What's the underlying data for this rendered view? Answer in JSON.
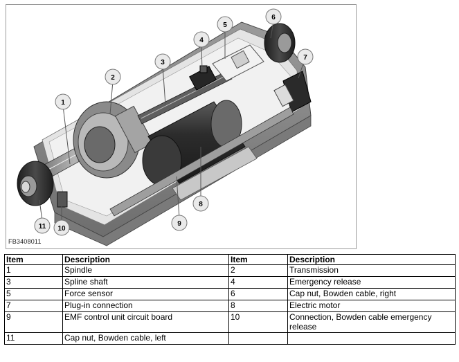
{
  "figure": {
    "code": "FB3408011",
    "callouts": [
      "1",
      "2",
      "3",
      "4",
      "5",
      "6",
      "7",
      "8",
      "9",
      "10",
      "11"
    ]
  },
  "table": {
    "headers": [
      "Item",
      "Description",
      "Item",
      "Description"
    ],
    "rows": [
      [
        "1",
        "Spindle",
        "2",
        "Transmission"
      ],
      [
        "3",
        "Spline shaft",
        "4",
        "Emergency release"
      ],
      [
        "5",
        "Force sensor",
        "6",
        "Cap nut, Bowden cable, right"
      ],
      [
        "7",
        "Plug-in connection",
        "8",
        "Electric motor"
      ],
      [
        "9",
        "EMF control unit circuit board",
        "10",
        "Connection, Bowden cable emergency release"
      ],
      [
        "11",
        "Cap nut, Bowden cable, left",
        "",
        ""
      ]
    ]
  }
}
